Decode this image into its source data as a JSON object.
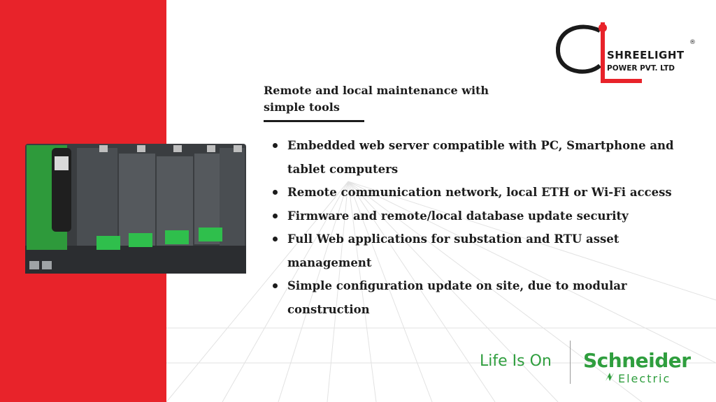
{
  "heading": "Remote and local maintenance with\nsimple tools",
  "bullets": [
    "Embedded web server compatible with PC, Smartphone and tablet computers",
    "Remote communication network, local ETH or Wi-Fi access",
    "Firmware and remote/local database update security",
    "Full Web applications for substation and RTU asset management",
    "Simple configuration update on site, due to modular construction"
  ],
  "logo": {
    "name": "SHREELIGHT",
    "sub": "POWER PVT. LTD",
    "reg_mark": "®"
  },
  "footer": {
    "tagline": "Life Is On",
    "brand": "Schneider",
    "brand_sub": "Electric"
  },
  "colors": {
    "red_panel": "#e8232a",
    "brand_green": "#2f9e3e",
    "text": "#1c1c1c"
  },
  "icons": [
    "shreelight-logo-icon",
    "rtu-device-image",
    "schneider-electric-logo-icon"
  ]
}
